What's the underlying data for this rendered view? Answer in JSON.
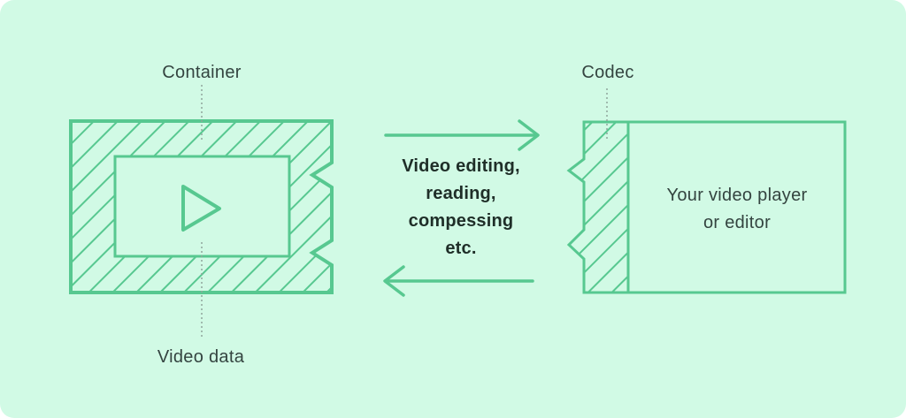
{
  "colors": {
    "bg": "#d1fae5",
    "stroke": "#57c890",
    "text": "#344440",
    "text-bold": "#1f2e28",
    "leader": "#8fa59b"
  },
  "left_group": {
    "container_label": "Container",
    "video_data_label": "Video data",
    "play_icon": "play-triangle-icon"
  },
  "center_group": {
    "action_lines": [
      "Video editing,",
      "reading,",
      "compessing",
      "etc."
    ],
    "top_arrow_icon": "arrow-right-icon",
    "bottom_arrow_icon": "arrow-left-icon"
  },
  "right_group": {
    "codec_label": "Codec",
    "player_lines": [
      "Your video player",
      "or editor"
    ]
  }
}
